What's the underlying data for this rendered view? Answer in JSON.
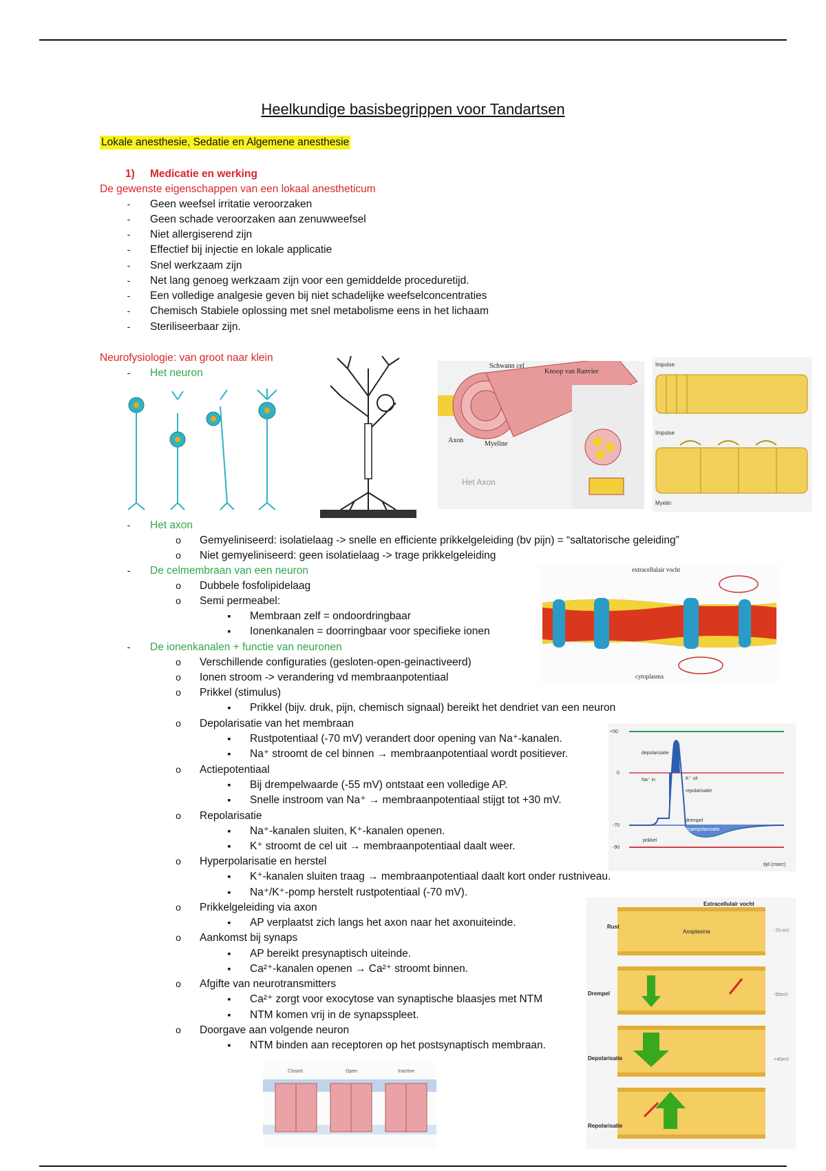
{
  "doc": {
    "title": "Heelkundige basisbegrippen voor Tandartsen",
    "highlight": "Lokale anesthesie, Sedatie en Algemene anesthesie",
    "section1": {
      "number": "1)",
      "label": "Medicatie en werking"
    },
    "subheading1": "De gewenste eigenschappen van een lokaal anestheticum",
    "properties": [
      "Geen weefsel irritatie veroorzaken",
      "Geen schade veroorzaken aan zenuwweefsel",
      "Niet allergiserend zijn",
      "Effectief bij injectie en lokale applicatie",
      "Snel werkzaam zijn",
      "Net lang genoeg werkzaam zijn voor een gemiddelde proceduretijd.",
      "Een volledige analgesie geven bij niet schadelijke weefselconcentraties",
      "Chemisch Stabiele oplossing met snel metabolisme eens in het lichaam",
      "Steriliseerbaar zijn."
    ],
    "subheading2": "Neurofysiologie: van groot naar klein",
    "neuron": "Het neuron",
    "axon": {
      "label": "Het axon",
      "items": [
        "Gemyeliniseerd: isolatielaag -> snelle en efficiente prikkelgeleiding (bv pijn) = “saltatorische geleiding”",
        "Niet gemyeliniseerd: geen isolatielaag -> trage prikkelgeleiding"
      ]
    },
    "membrane": {
      "label": "De celmembraan van een neuron",
      "items": [
        "Dubbele fosfolipidelaag",
        "Semi permeabel:"
      ],
      "subitems": [
        "Membraan zelf = ondoordringbaar",
        "Ionenkanalen = doorringbaar voor specifieke ionen"
      ]
    },
    "ion_label": "De ionenkanalen + functie van neuronen",
    "ion_items": [
      "Verschillende configuraties (gesloten-open-geinactiveerd)",
      "Ionen stroom -> verandering vd membraanpotentiaal",
      "Prikkel (stimulus)",
      "Prikkel (bijv. druk, pijn, chemisch signaal) bereikt het dendriet van een neuron",
      "Depolarisatie van het membraan",
      "Rustpotentiaal (-70 mV) verandert door opening van Na⁺-kanalen.",
      "Na⁺ stroomt de cel binnen → membraanpotentiaal wordt positiever.",
      "Actiepotentiaal",
      "Bij drempelwaarde (-55 mV) ontstaat een volledige AP.",
      "Snelle instroom van Na⁺ → membraanpotentiaal stijgt tot +30 mV.",
      "Repolarisatie",
      "Na⁺-kanalen sluiten, K⁺-kanalen openen.",
      "K⁺ stroomt de cel uit → membraanpotentiaal daalt weer.",
      "Hyperpolarisatie en herstel",
      "K⁺-kanalen sluiten traag → membraanpotentiaal daalt kort onder rustniveau.",
      "Na⁺/K⁺-pomp herstelt rustpotentiaal (-70 mV).",
      "Prikkelgeleiding via axon",
      "AP verplaatst zich langs het axon naar het axonuiteinde.",
      "Aankomst bij synaps",
      "AP bereikt presynaptisch uiteinde.",
      "Ca²⁺-kanalen openen → Ca²⁺ stroomt binnen.",
      "Afgifte van neurotransmitters",
      "Ca²⁺ zorgt voor exocytose van synaptische blaasjes met NTM",
      "NTM komen vrij in de synapsspleet.",
      "Doorgave aan volgende neuron",
      "NTM binden aan receptoren op het postsynaptisch membraan."
    ],
    "figs": {
      "axon_fig": {
        "schwann": "Schwann cel",
        "ranvier": "Knoop van Ranvier",
        "axon": "Axon",
        "myeline": "Myeline",
        "caption": "Het Axon"
      },
      "impulse": {
        "impulse": "Impulse",
        "myelin": "Myelin"
      },
      "membrane_fig": {
        "top": "extracellulair vocht",
        "bottom": "cytoplasma"
      },
      "ap_fig": {
        "depol": "depolarisatie",
        "repol": "repolarisatie",
        "drempel": "drempel",
        "hyper": "hyperpolarisatie",
        "prikkel": "prikkel",
        "na": "Na⁺ in",
        "k": "K⁺ uit",
        "y50": "+50",
        "y0": "0",
        "y70": "-70",
        "y90": "-90",
        "xl": "tijd (msec)"
      },
      "pump_fig": {
        "top": "Extracellulair vocht",
        "rust": "Rust",
        "drempel": "Drempel",
        "depol": "Depolarisatie",
        "repol": "Repolarisatie",
        "axo": "Axoplasma",
        "mv1": "-70 mV",
        "mv2": "-50mV",
        "mv3": "+40mV"
      },
      "channel_fig": {
        "closed": "Closed",
        "open": "Open",
        "inactive": "Inactive"
      }
    },
    "markers": {
      "dash": "-",
      "circle": "o",
      "square": "▪"
    }
  }
}
